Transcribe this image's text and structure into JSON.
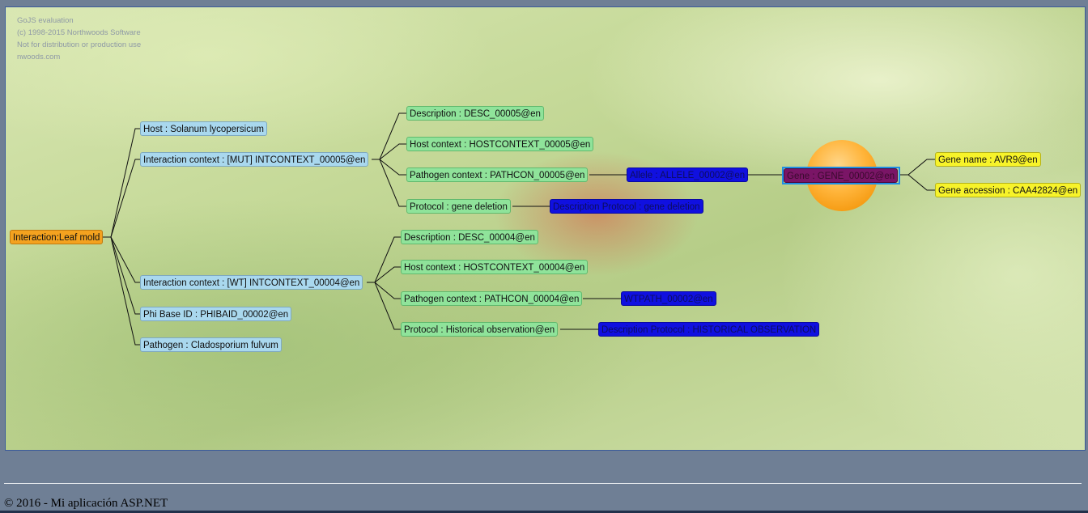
{
  "watermark": {
    "line1": "GoJS evaluation",
    "line2": "(c) 1998-2015 Northwoods Software",
    "line3": "Not for distribution or production use",
    "line4": "nwoods.com"
  },
  "nodes": {
    "root": "Interaction:Leaf mold",
    "host": "Host : Solanum lycopersicum",
    "ctx_mut": "Interaction context : [MUT] INTCONTEXT_00005@en",
    "ctx_wt": "Interaction context : [WT] INTCONTEXT_00004@en",
    "phibase": "Phi Base ID : PHIBAID_00002@en",
    "pathogen": "Pathogen : Cladosporium fulvum",
    "desc5": "Description : DESC_00005@en",
    "hostctx5": "Host context : HOSTCONTEXT_00005@en",
    "pathctx5": "Pathogen context : PATHCON_00005@en",
    "protocol5": "Protocol : gene deletion",
    "allele": "Allele : ALLELE_00002@en",
    "gene": "Gene : GENE_00002@en",
    "desc_protocol5": "Description Protocol : gene deletion",
    "gene_name": "Gene name : AVR9@en",
    "gene_acc": "Gene accession : CAA42824@en",
    "desc4": "Description : DESC_00004@en",
    "hostctx4": "Host context : HOSTCONTEXT_00004@en",
    "pathctx4": "Pathogen context : PATHCON_00004@en",
    "protocol4": "Protocol : Historical observation@en",
    "wtpath": "WTPATH_00002@en",
    "desc_protocol4": "Description Protocol : HISTORICAL OBSERVATION"
  },
  "colors": {
    "root": "#f4a21f",
    "level1": "#a9d8ee",
    "level2": "#8fe39a",
    "deep": "#1010e0",
    "gene": "#7a1566",
    "gene_children": "#f7f32a",
    "selection": "#1e8fe6"
  },
  "footer": {
    "text": "© 2016 - Mi aplicación ASP.NET"
  }
}
